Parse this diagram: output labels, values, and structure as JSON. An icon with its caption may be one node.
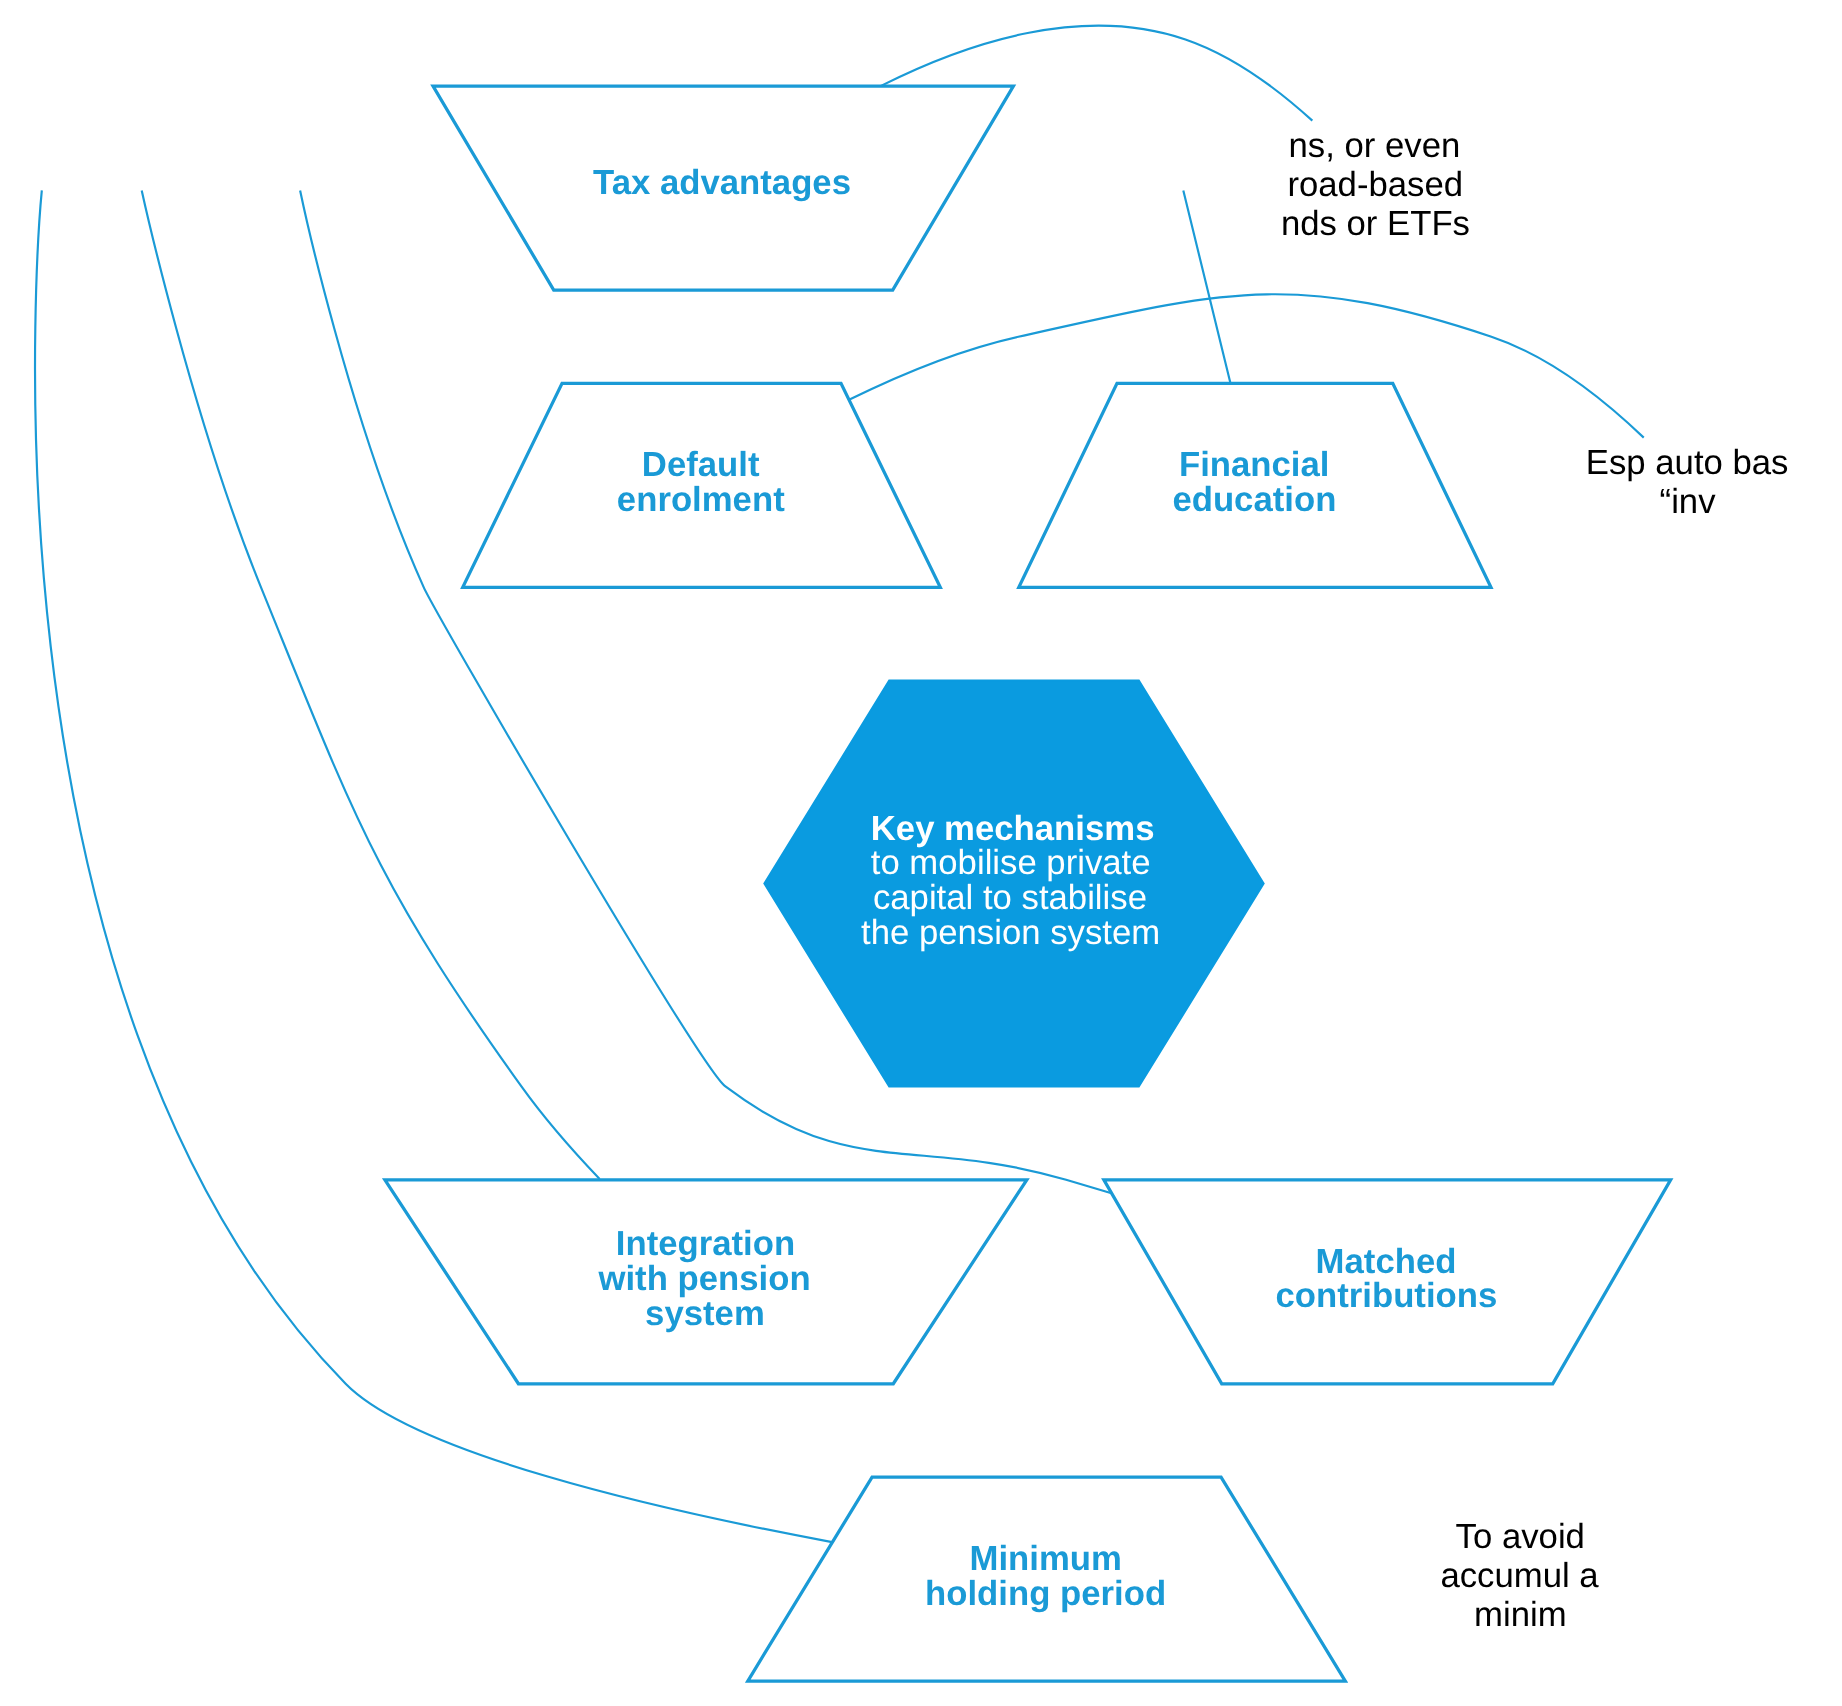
{
  "diagram": {
    "nodes": [
      {
        "text": [
          "Key mechanisms",
          "to mobilise private capital to stabilise the pension system"
        ]
      },
      {
        "text": [
          "Tax advantages"
        ]
      },
      {
        "text": [
          "Default enrolment"
        ]
      },
      {
        "text": [
          "Matched contributions"
        ]
      },
      {
        "text": [
          "Minimum holding period"
        ]
      },
      {
        "text": [
          "Integration with pension system"
        ]
      },
      {
        "text": [
          "Financial education"
        ]
      },
      {
        "text": [
          "ns, or even road-based nds or ETFs"
        ]
      },
      {
        "text": [
          "Esp auto bas “inv"
        ]
      }
    ],
    "edges": [
      {
        "from": 1,
        "to": 7,
        "arrow": "none"
      },
      {
        "from": 2,
        "to": 8,
        "arrow": "none"
      },
      {
        "from": 6,
        "to": null,
        "arrow": "none"
      },
      {
        "from": 5,
        "to": null,
        "arrow": "none"
      },
      {
        "from": 3,
        "to": null,
        "arrow": "none"
      },
      {
        "from": 4,
        "to": null,
        "arrow": "none"
      }
    ],
    "labels": [
      "To avoid accumul a minim"
    ]
  }
}
